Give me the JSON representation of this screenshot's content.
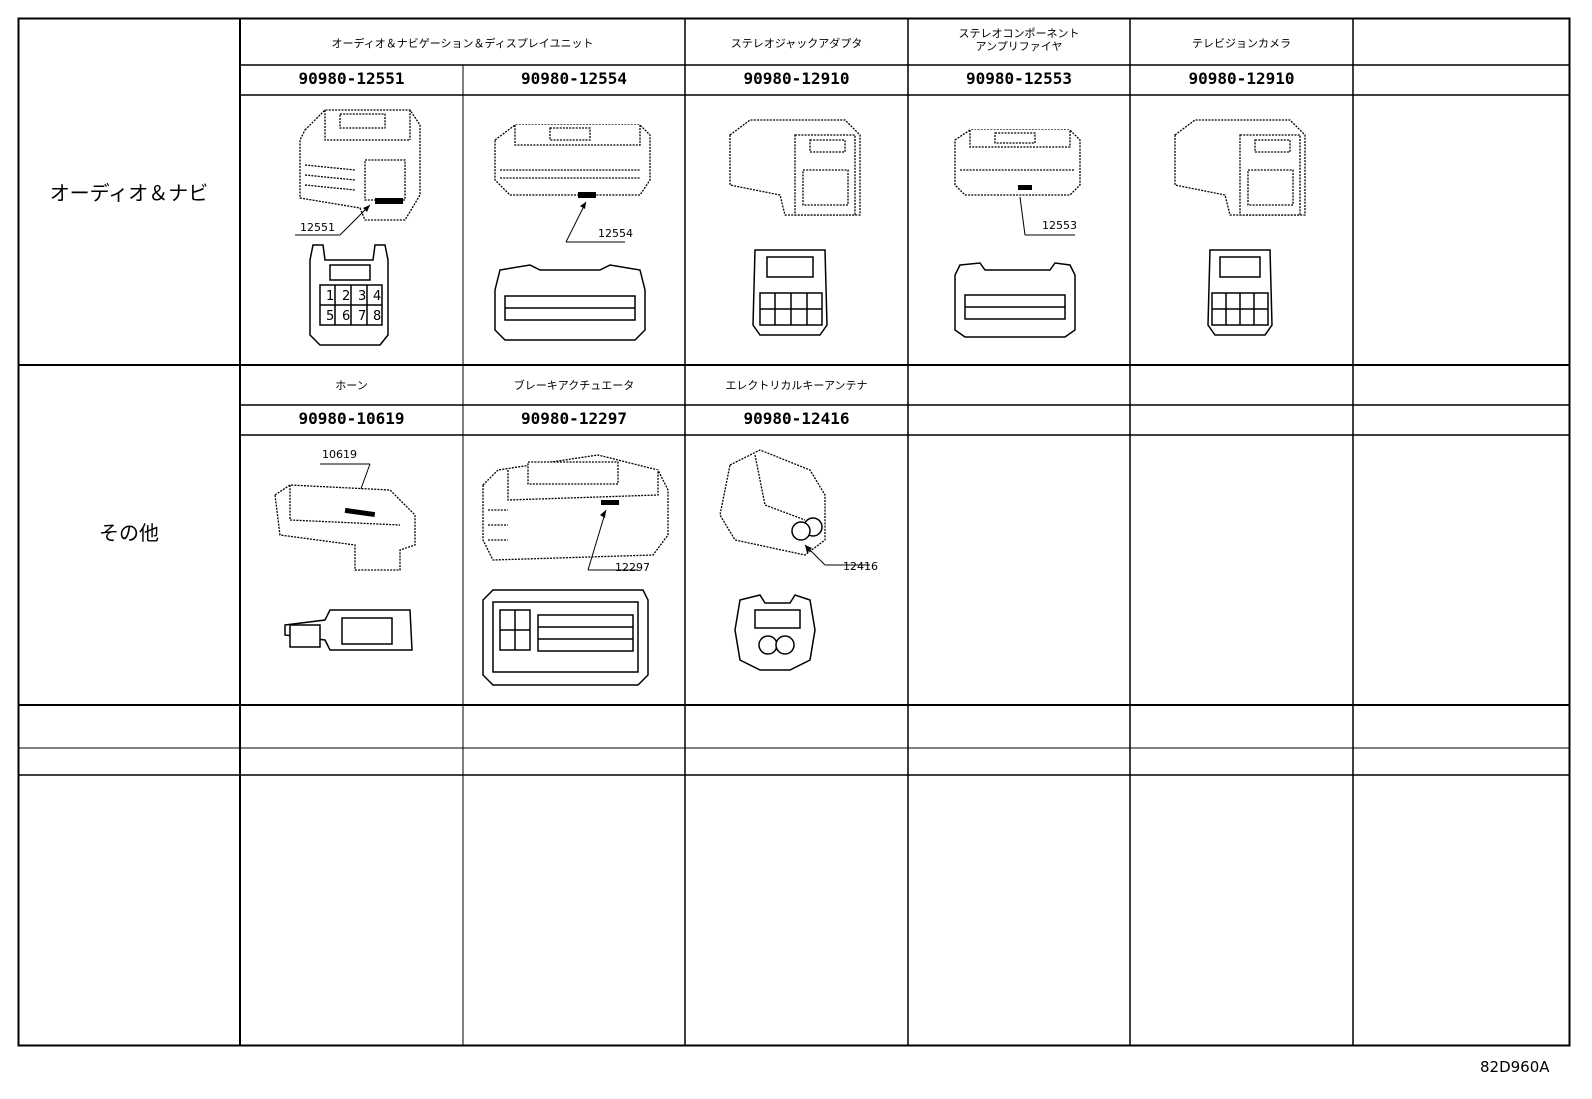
{
  "groups": {
    "audio_nav": "オーディオ＆ナビ",
    "other": "その他"
  },
  "row1": {
    "headers": [
      "オーディオ＆ナビゲーション＆ディスプレイユニット",
      "ステレオジャックアダプタ",
      "ステレオコンポーネントアンプリファイヤ",
      "テレビジョンカメラ"
    ],
    "stereo_amp_line1": "ステレオコンポーネント",
    "stereo_amp_line2": "アンプリファイヤ",
    "parts": [
      "90980-12551",
      "90980-12554",
      "90980-12910",
      "90980-12553",
      "90980-12910"
    ],
    "callouts": [
      "12551",
      "12554",
      "12553"
    ]
  },
  "row2": {
    "headers": [
      "ホーン",
      "ブレーキアクチュエータ",
      "エレクトリカルキーアンテナ"
    ],
    "parts": [
      "90980-10619",
      "90980-12297",
      "90980-12416"
    ],
    "callouts": [
      "10619",
      "12297",
      "12416"
    ]
  },
  "pins": {
    "p1": "1",
    "p2": "2",
    "p3": "3",
    "p4": "4",
    "p5": "5",
    "p6": "6",
    "p7": "7",
    "p8": "8"
  },
  "figure_id": "82D960A"
}
